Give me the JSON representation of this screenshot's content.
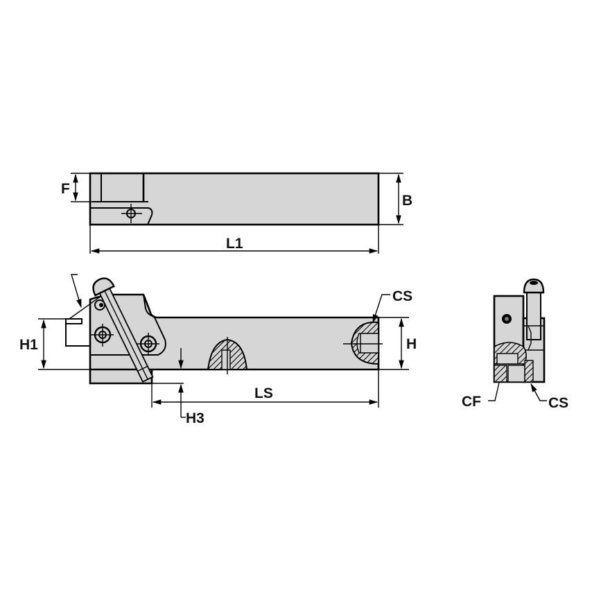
{
  "drawing": {
    "type": "technical dimension drawing",
    "subject": "tool holder / cartridge with clamp screw",
    "colors": {
      "background": "#ffffff",
      "part_fill": "#d6d6d6",
      "line": "#000000"
    },
    "views": {
      "top_view": {
        "labels": {
          "F": "F",
          "B": "B",
          "L1": "L1"
        }
      },
      "side_view": {
        "labels": {
          "H1": "H1",
          "H": "H",
          "H3": "H3",
          "LS": "LS",
          "CS": "CS"
        }
      },
      "end_view": {
        "labels": {
          "CF": "CF",
          "CS": "CS"
        }
      }
    }
  }
}
